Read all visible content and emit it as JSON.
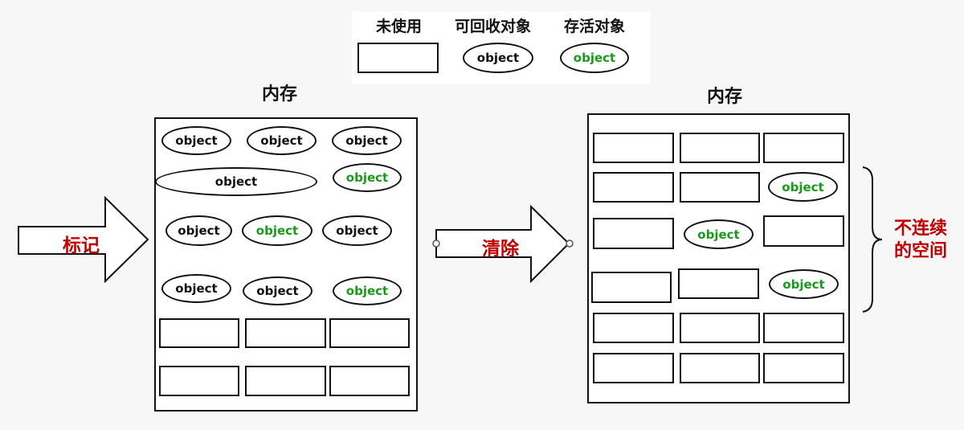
{
  "legend": {
    "unused_label": "未使用",
    "recyclable_label": "可回收对象",
    "alive_label": "存活对象",
    "recyclable_sample_text": "object",
    "alive_sample_text": "object"
  },
  "left_memory": {
    "title": "内存",
    "objects": [
      {
        "text": "object",
        "status": "recyclable"
      },
      {
        "text": "object",
        "status": "recyclable"
      },
      {
        "text": "object",
        "status": "recyclable"
      },
      {
        "text": "object",
        "status": "recyclable"
      },
      {
        "text": "object",
        "status": "alive"
      },
      {
        "text": "object",
        "status": "recyclable"
      },
      {
        "text": "object",
        "status": "alive"
      },
      {
        "text": "object",
        "status": "recyclable"
      },
      {
        "text": "object",
        "status": "recyclable"
      },
      {
        "text": "object",
        "status": "recyclable"
      },
      {
        "text": "object",
        "status": "alive"
      }
    ],
    "free_blocks": 6
  },
  "mark_arrow": {
    "label": "标记"
  },
  "sweep_arrow": {
    "label": "清除"
  },
  "right_memory": {
    "title": "内存",
    "objects": [
      {
        "text": "object",
        "status": "alive"
      },
      {
        "text": "object",
        "status": "alive"
      },
      {
        "text": "object",
        "status": "alive"
      }
    ],
    "free_blocks": 15
  },
  "fragment_label": {
    "line1": "不连续",
    "line2": "的空间"
  },
  "colors": {
    "alive_text": "#1a9a1a",
    "arrow_label": "#c00000",
    "border": "#111111"
  }
}
